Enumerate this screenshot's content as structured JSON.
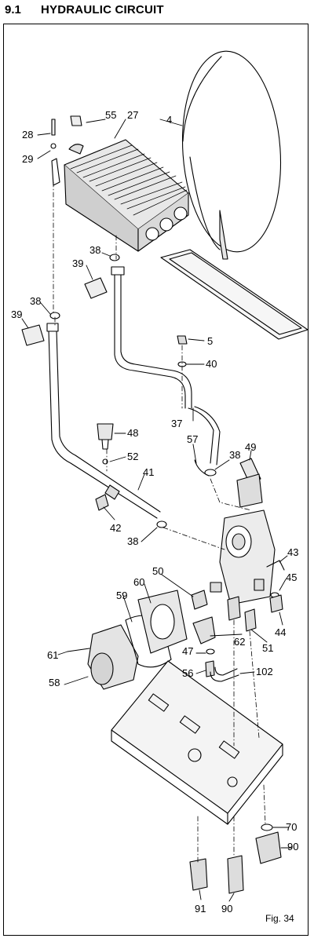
{
  "header": {
    "section_number": "9.1",
    "section_title": "HYDRAULIC CIRCUIT"
  },
  "figure_label": "Fig. 34",
  "part_labels": [
    {
      "id": "p4",
      "text": "4"
    },
    {
      "id": "p27",
      "text": "27"
    },
    {
      "id": "p55",
      "text": "55"
    },
    {
      "id": "p28",
      "text": "28"
    },
    {
      "id": "p29",
      "text": "29"
    },
    {
      "id": "p38a",
      "text": "38"
    },
    {
      "id": "p39a",
      "text": "39"
    },
    {
      "id": "p38b",
      "text": "38"
    },
    {
      "id": "p39b",
      "text": "39"
    },
    {
      "id": "p5",
      "text": "5"
    },
    {
      "id": "p40",
      "text": "40"
    },
    {
      "id": "p48",
      "text": "48"
    },
    {
      "id": "p37",
      "text": "37"
    },
    {
      "id": "p57",
      "text": "57"
    },
    {
      "id": "p38c",
      "text": "38"
    },
    {
      "id": "p49",
      "text": "49"
    },
    {
      "id": "p52",
      "text": "52"
    },
    {
      "id": "p41",
      "text": "41"
    },
    {
      "id": "p42",
      "text": "42"
    },
    {
      "id": "p38d",
      "text": "38"
    },
    {
      "id": "p43",
      "text": "43"
    },
    {
      "id": "p50",
      "text": "50"
    },
    {
      "id": "p45",
      "text": "45"
    },
    {
      "id": "p60",
      "text": "60"
    },
    {
      "id": "p59",
      "text": "59"
    },
    {
      "id": "p44",
      "text": "44"
    },
    {
      "id": "p62",
      "text": "62"
    },
    {
      "id": "p51",
      "text": "51"
    },
    {
      "id": "p47",
      "text": "47"
    },
    {
      "id": "p61",
      "text": "61"
    },
    {
      "id": "p56",
      "text": "56"
    },
    {
      "id": "p102",
      "text": "102"
    },
    {
      "id": "p58",
      "text": "58"
    },
    {
      "id": "p70",
      "text": "70"
    },
    {
      "id": "p90a",
      "text": "90"
    },
    {
      "id": "p91",
      "text": "91"
    },
    {
      "id": "p90b",
      "text": "90"
    }
  ]
}
